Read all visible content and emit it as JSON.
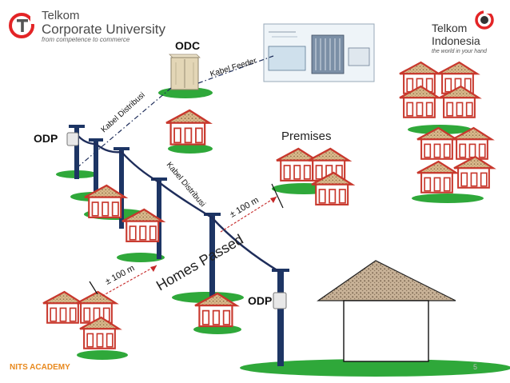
{
  "header": {
    "university_line1": "Telkom",
    "university_line2": "Corporate University",
    "university_tagline": "from competence to commerce",
    "indonesia_line1": "Telkom",
    "indonesia_line2": "Indonesia",
    "indonesia_tagline": "the world in your hand"
  },
  "labels": {
    "odc": "ODC",
    "odp_left": "ODP",
    "odp_right": "ODP",
    "kabel_feeder": "Kabel Feeder",
    "kabel_distribusi_1": "Kabel Distribusi",
    "kabel_distribusi_2": "Kabel Distribusi",
    "premises": "Premises",
    "homes_passed": "Homes Passed",
    "distance_right": "± 100 m",
    "distance_left": "± 100 m"
  },
  "footer": {
    "academy": "NITS ACADEMY",
    "page_number": "5"
  },
  "colors": {
    "telkom_red": "#e32426",
    "cable_navy": "#1e2d5a",
    "pole_navy": "#1d3564",
    "grass_green": "#2fa83a",
    "house_red": "#c8382d",
    "roof_tan": "#d9b98c",
    "footer_orange": "#e8891e"
  },
  "icons": {
    "university_logo": "telkom-corpu-logo",
    "indonesia_logo": "telkom-indonesia-logo",
    "odc_cabinet": "cabinet-icon",
    "house": "house-icon",
    "pole": "pole-icon"
  }
}
